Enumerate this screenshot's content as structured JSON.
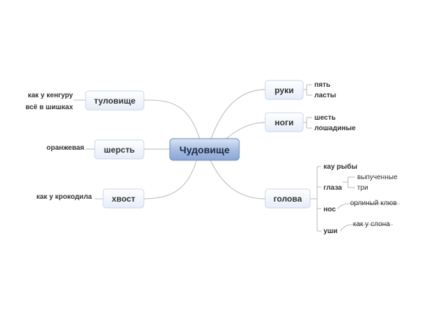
{
  "central": {
    "label": "Чудовище"
  },
  "topics": {
    "torso": {
      "label": "туловище",
      "details": [
        "как у кенгуру",
        "всё в шишках"
      ]
    },
    "fur": {
      "label": "шерсть",
      "details": [
        "оранжевая"
      ]
    },
    "tail": {
      "label": "хвост",
      "details": [
        "как у крокодила"
      ]
    },
    "arms": {
      "label": "руки",
      "details": [
        "пять",
        "ласты"
      ]
    },
    "legs": {
      "label": "ноги",
      "details": [
        "шесть",
        "лошадиные"
      ]
    },
    "head": {
      "label": "голова",
      "parts": {
        "mouth": {
          "label": "кау рыбы"
        },
        "eyes": {
          "label": "глаза",
          "details": [
            "выпученные",
            "три"
          ]
        },
        "nose": {
          "label": "нос",
          "details": [
            "орлиный клюв"
          ]
        },
        "ears": {
          "label": "уши",
          "details": [
            "как у слона"
          ]
        }
      }
    }
  }
}
